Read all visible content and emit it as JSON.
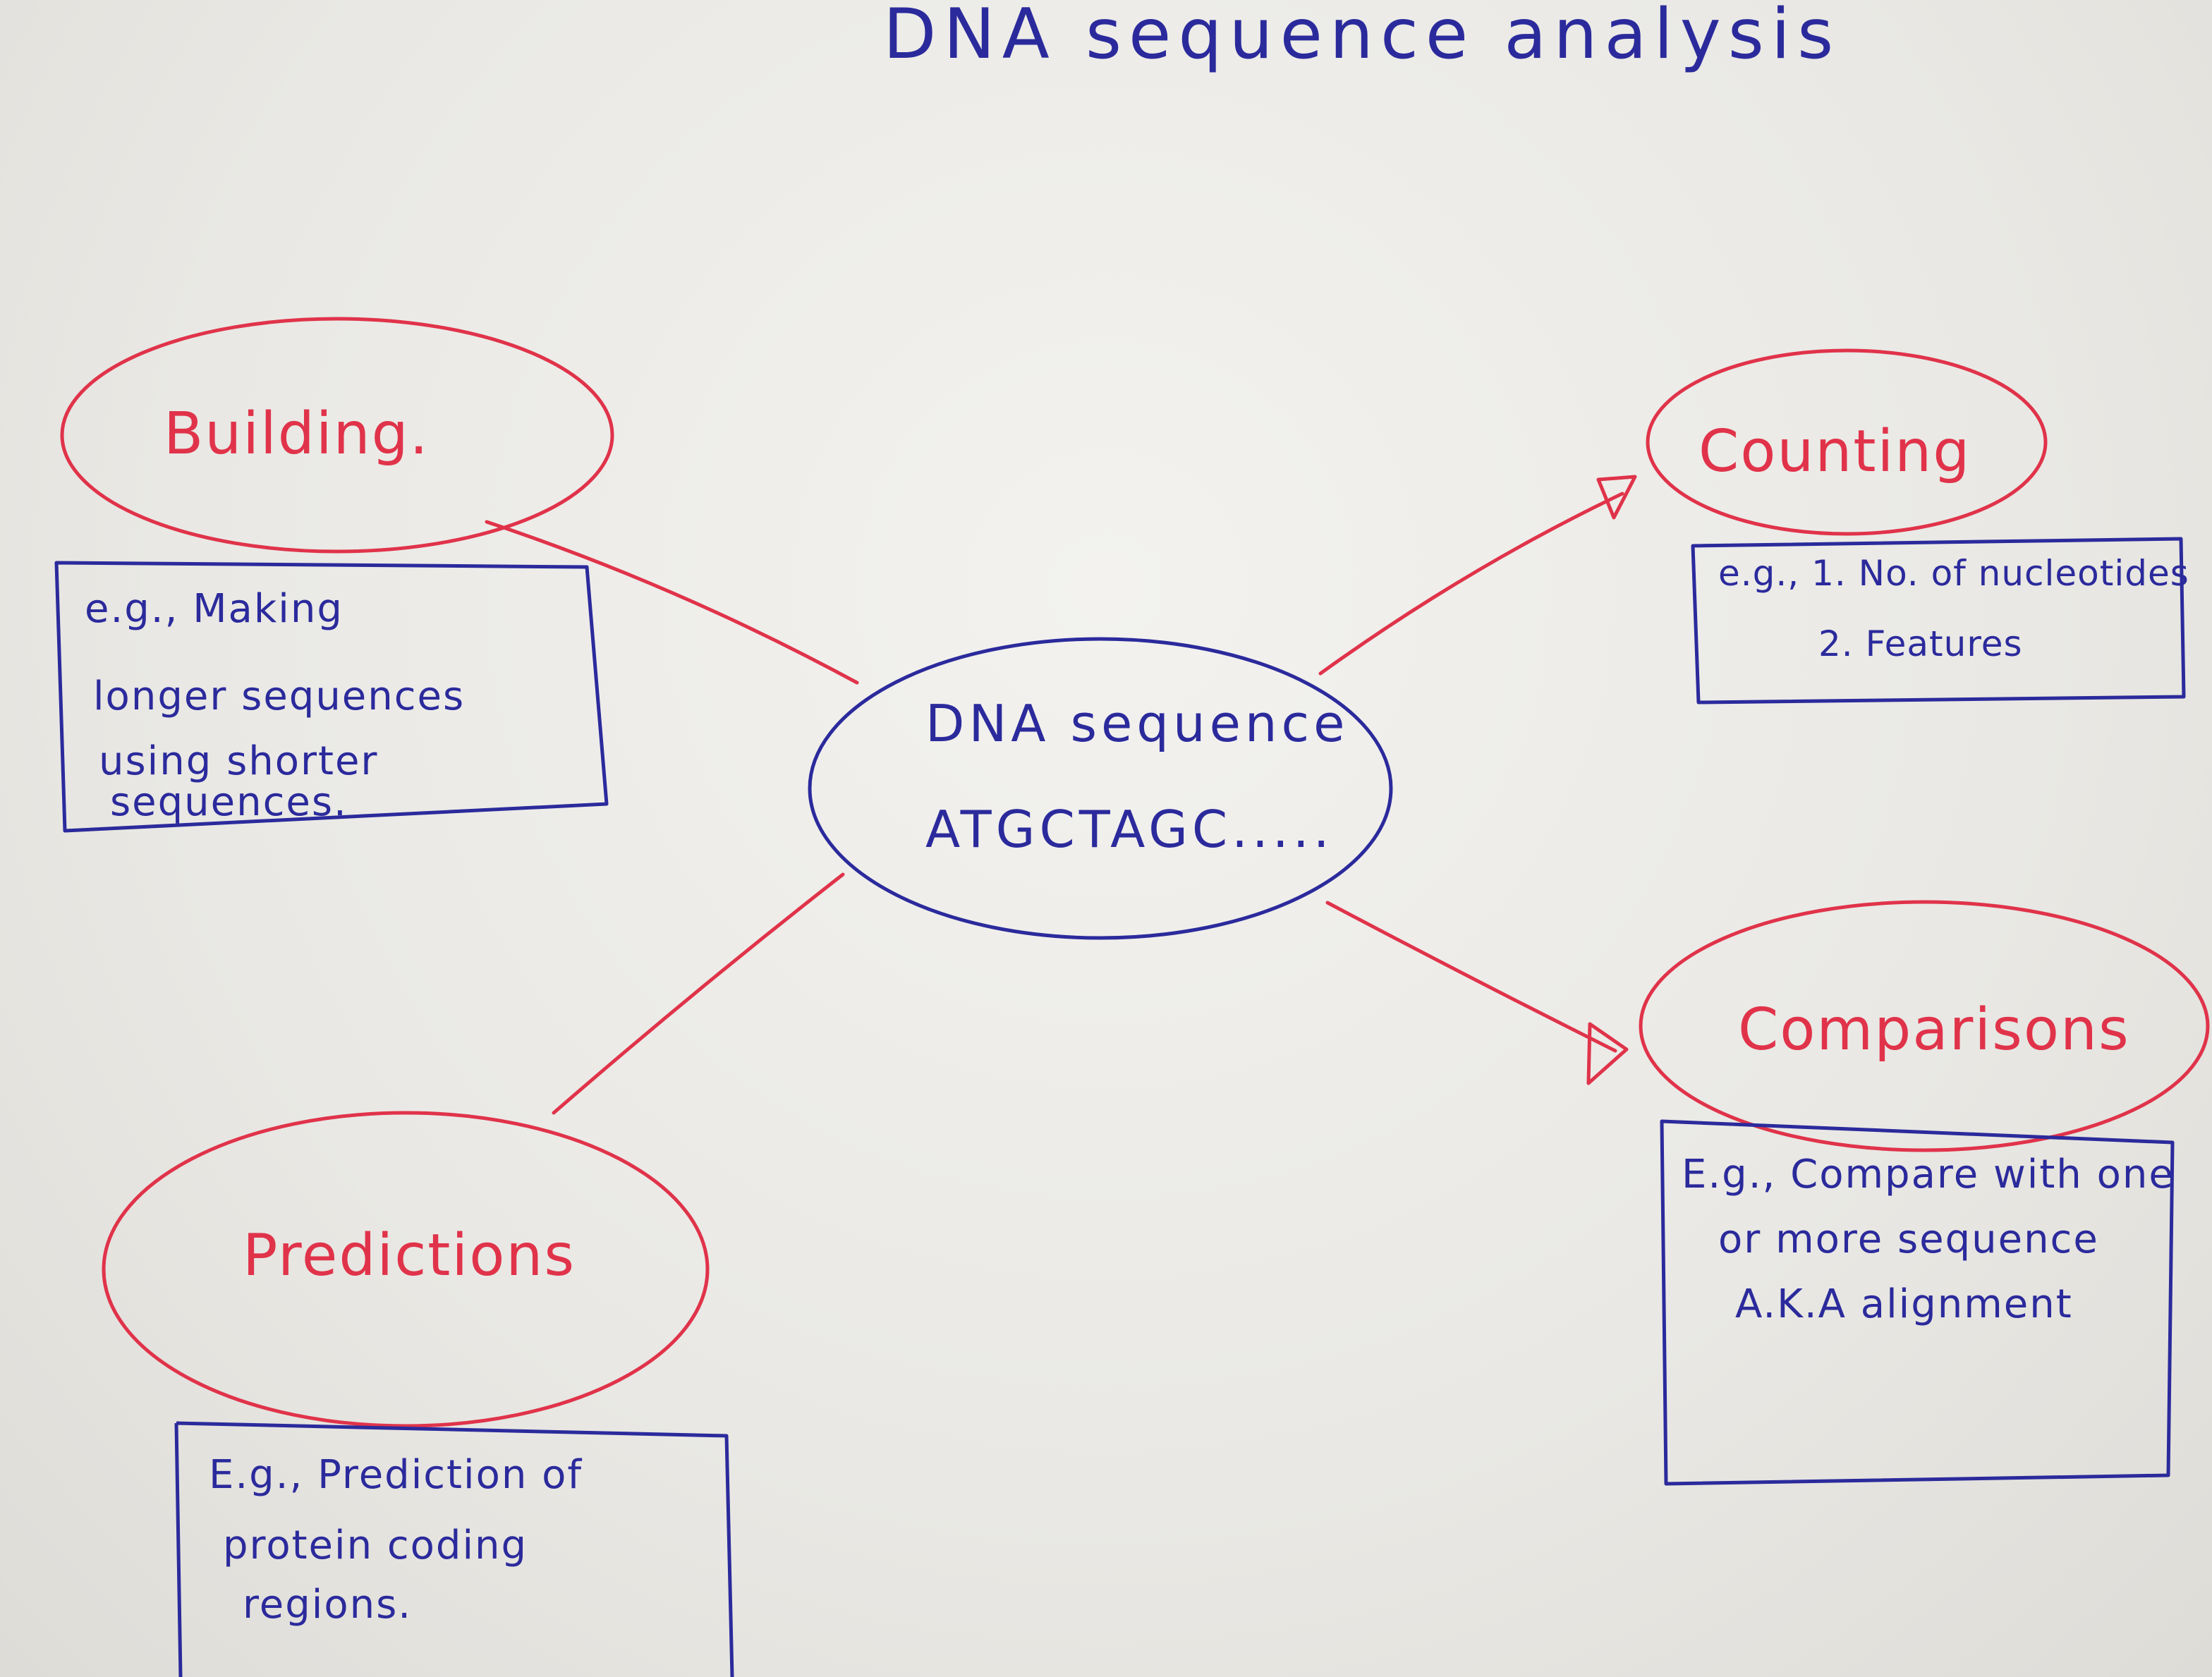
{
  "title": "DNA sequence analysis",
  "center": {
    "line1": "DNA sequence",
    "line2": "ATGCTAGC....."
  },
  "nodes": {
    "building": {
      "label": "Building.",
      "example_lines": [
        "e.g., Making",
        "longer sequences",
        "using shorter",
        "sequences."
      ]
    },
    "counting": {
      "label": "Counting",
      "example_lines": [
        "e.g., 1. No. of nucleotides",
        "2. Features"
      ]
    },
    "comparisons": {
      "label": "Comparisons",
      "example_lines": [
        "E.g., Compare with one",
        "or more sequence",
        "A.K.A alignment"
      ]
    },
    "predictions": {
      "label": "Predictions",
      "example_lines": [
        "E.g., Prediction of",
        "protein coding",
        "regions."
      ]
    }
  },
  "colors": {
    "blue_ink": "#2b2a9c",
    "red_ink": "#e0334a",
    "paper": "#eceae6"
  }
}
